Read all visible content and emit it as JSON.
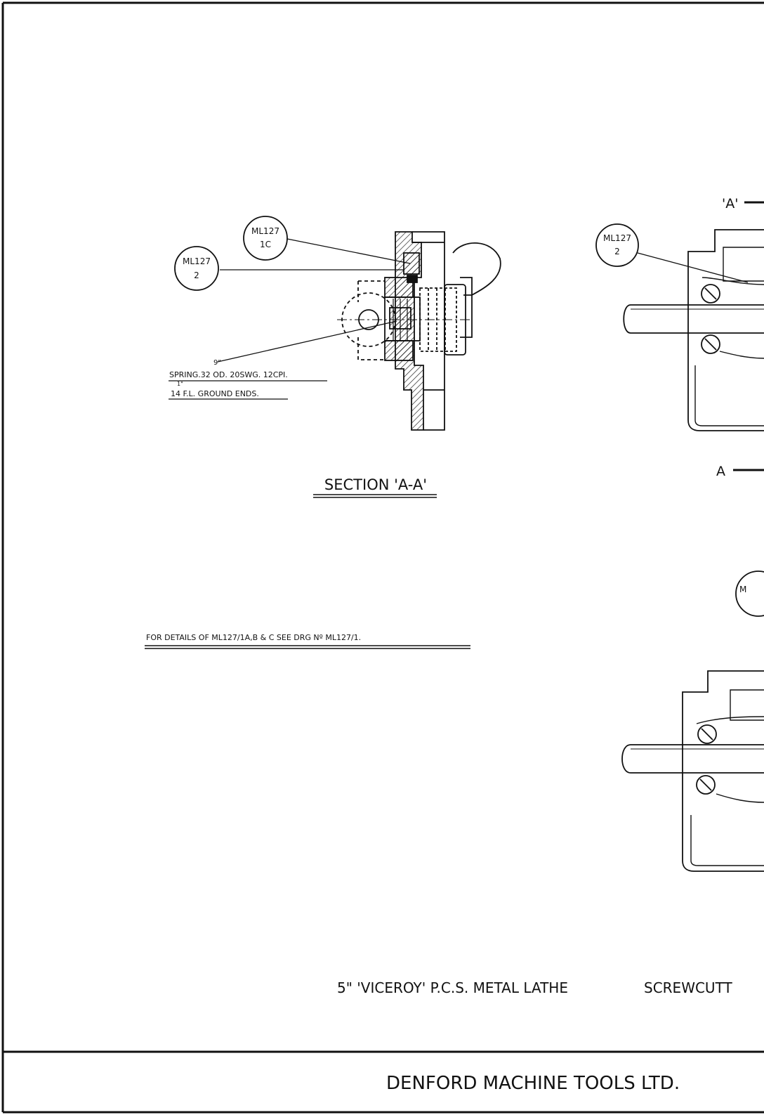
{
  "section_view": {
    "balloons": [
      {
        "ref": "ML127",
        "sub": "1C"
      },
      {
        "ref": "ML127",
        "sub": "2"
      }
    ],
    "spring_note": {
      "dim": "9\"",
      "dim2": "1\"",
      "line1": "SPRING.32 OD. 20SWG. 12CPI.",
      "line2": "14 F.L. GROUND ENDS."
    },
    "title": "SECTION 'A-A'"
  },
  "plan_views": {
    "top_balloon": {
      "ref": "ML127",
      "sub": "2"
    },
    "section_marks": [
      "'A'",
      "A"
    ],
    "lower_balloon_fragment": "M"
  },
  "details_note": "FOR DETAILS OF ML127/1A,B & C SEE DRG Nº ML127/1.",
  "drawing_title": {
    "left": "5\" 'VICEROY' P.C.S. METAL LATHE",
    "right": "SCREWCUTT"
  },
  "company": "DENFORD MACHINE TOOLS LTD."
}
